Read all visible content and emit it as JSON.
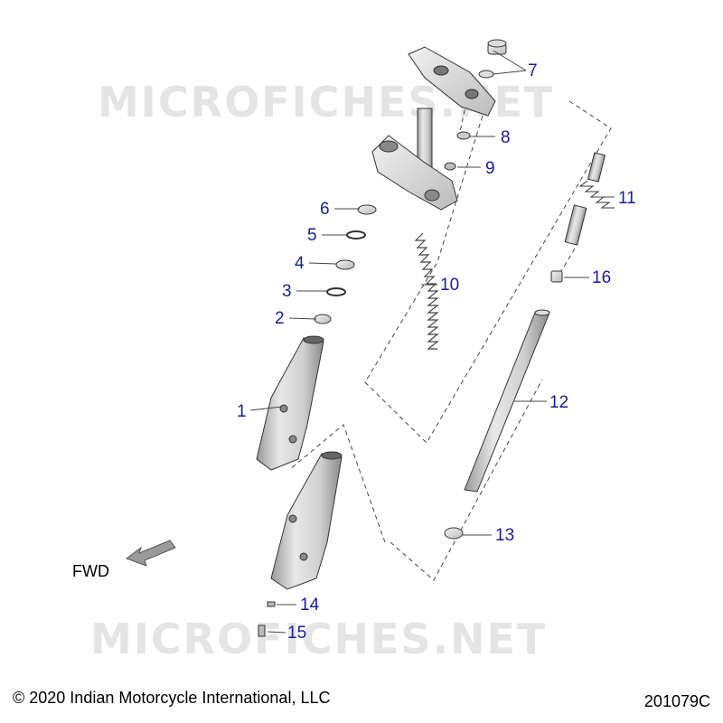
{
  "watermark": "MICROFICHES.NET",
  "copyright": "© 2020 Indian Motorcycle International, LLC",
  "diagram_code": "201079C",
  "direction_label": "FWD",
  "callouts": [
    "1",
    "2",
    "3",
    "4",
    "5",
    "6",
    "7",
    "8",
    "9",
    "10",
    "11",
    "12",
    "13",
    "14",
    "15",
    "16"
  ],
  "colors": {
    "callout": "#1a1aa0",
    "line": "#555555",
    "part_fill": "#e6e6e6"
  }
}
